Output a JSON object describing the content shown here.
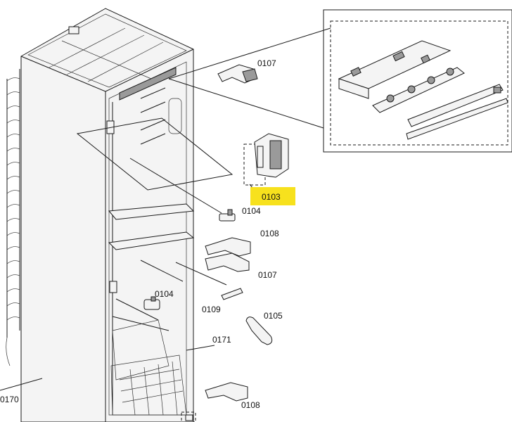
{
  "diagram": {
    "highlight_color": "#f7e11d",
    "labels": {
      "p0170": "0170",
      "p0107_top": "0107",
      "p0103": "0103",
      "p0104_upper": "0104",
      "p0108_upper": "0108",
      "p0107_mid": "0107",
      "p0109": "0109",
      "p0104_lower": "0104",
      "p0105": "0105",
      "p0171": "0171",
      "p0108_lower": "0108"
    }
  }
}
